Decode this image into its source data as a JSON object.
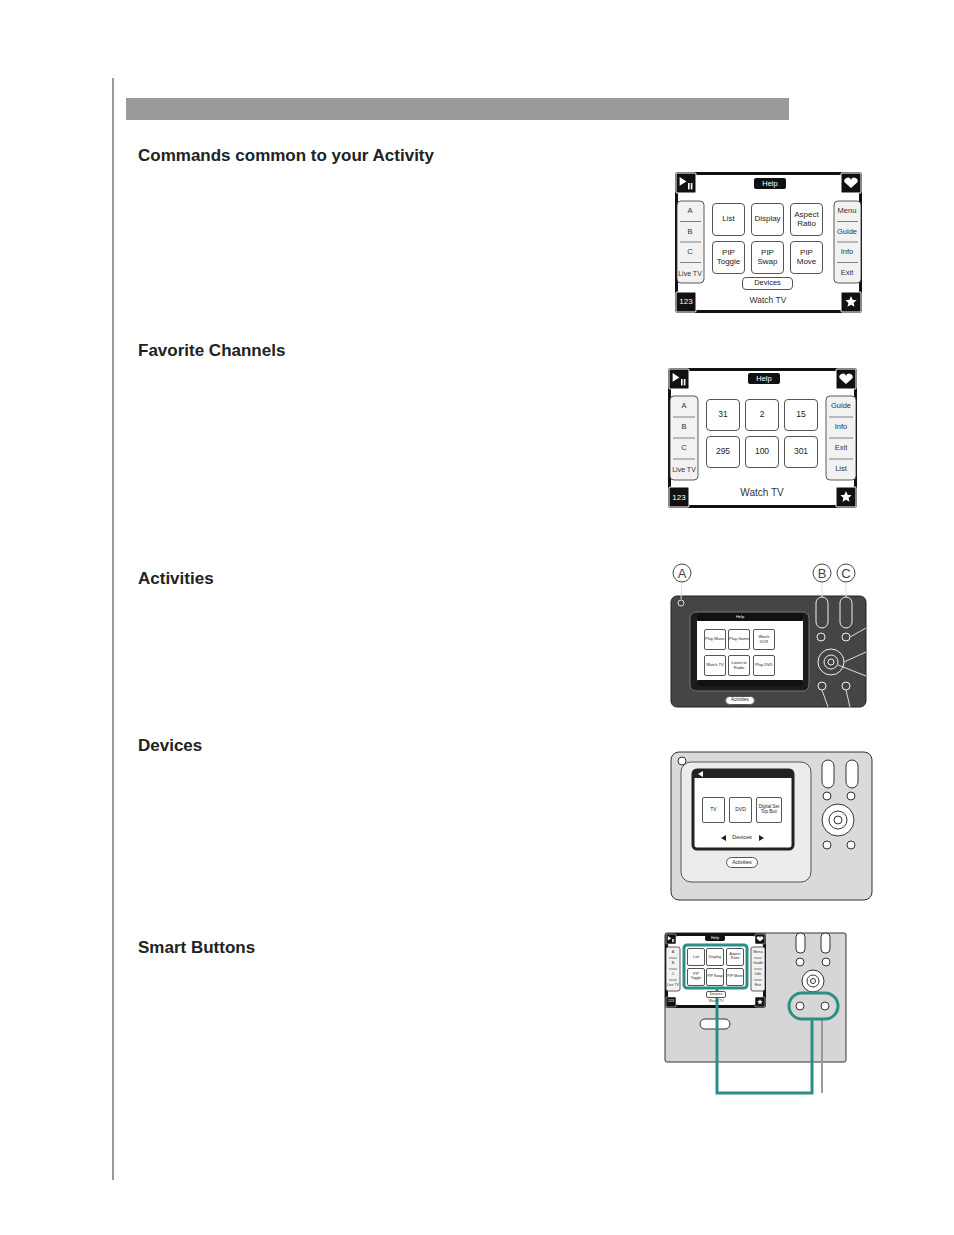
{
  "diagram": {
    "nodes": [
      {
        "text": [
          "List"
        ]
      },
      {
        "text": [
          "Display"
        ]
      },
      {
        "text": [
          "Aspect Ratio"
        ]
      },
      {
        "text": [
          "PIP Toggle"
        ]
      },
      {
        "text": [
          "PIP Swap"
        ]
      },
      {
        "text": [
          "PIP Move"
        ]
      },
      {
        "text": [
          "Devices"
        ]
      },
      {
        "text": [
          "31"
        ]
      },
      {
        "text": [
          "2"
        ]
      },
      {
        "text": [
          "15"
        ]
      },
      {
        "text": [
          "295"
        ]
      },
      {
        "text": [
          "100"
        ]
      },
      {
        "text": [
          "301"
        ]
      },
      {
        "text": [
          "Play Music"
        ]
      },
      {
        "text": [
          "Play Game"
        ]
      },
      {
        "text": [
          "Watch VCR"
        ]
      },
      {
        "text": [
          "Watch TV"
        ]
      },
      {
        "text": [
          "Listen to Radio"
        ]
      },
      {
        "text": [
          "Play DVD"
        ]
      },
      {
        "text": [
          "Activities"
        ]
      },
      {
        "text": [
          "TV"
        ]
      },
      {
        "text": [
          "DVD"
        ]
      },
      {
        "text": [
          "Digital Set Top Box"
        ]
      },
      {
        "text": [
          "Activities"
        ]
      },
      {
        "text": [
          "List"
        ]
      },
      {
        "text": [
          "Display"
        ]
      },
      {
        "text": [
          "Aspect Ratio"
        ]
      },
      {
        "text": [
          "PIP Toggle"
        ]
      },
      {
        "text": [
          "PIP Swap"
        ]
      },
      {
        "text": [
          "PIP Move"
        ]
      },
      {
        "text": [
          "Devices"
        ]
      }
    ],
    "labels": [
      "Commands common to your Activity",
      "Help",
      "A",
      "B",
      "C",
      "Live TV",
      "Menu",
      "Guide",
      "Info",
      "Exit",
      "Watch TV",
      "123",
      "Favorite Channels",
      "Help",
      "A",
      "B",
      "C",
      "Live TV",
      "Guide",
      "Info",
      "Exit",
      "List",
      "Watch TV",
      "123",
      "Activities",
      "A",
      "B",
      "C",
      "Help",
      "Devices",
      "Devices",
      "Smart Buttons",
      "Help",
      "A",
      "B",
      "C",
      "Live TV",
      "Menu",
      "Guide",
      "Info",
      "Exit",
      "Watch TV",
      "123"
    ]
  }
}
